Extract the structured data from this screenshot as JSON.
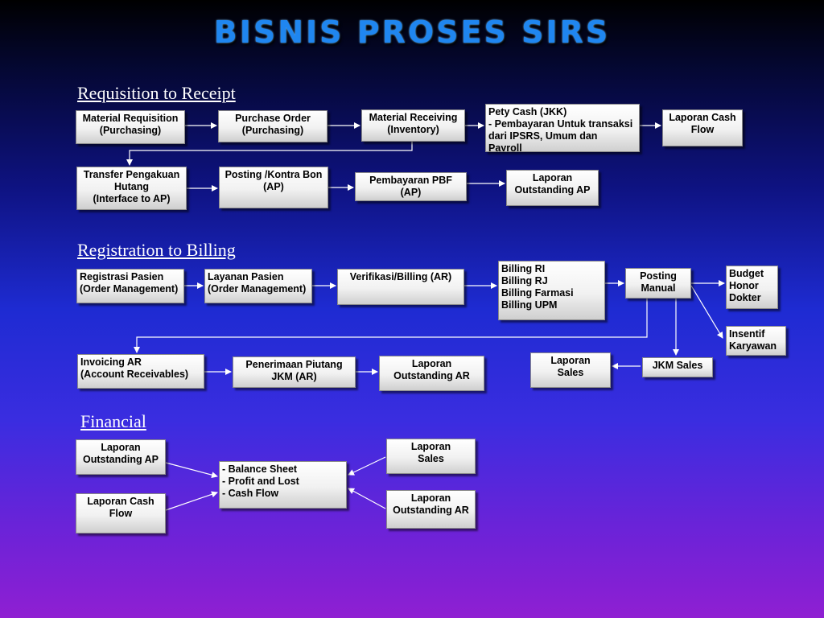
{
  "title": "BISNIS PROSES SIRS",
  "sections": {
    "requisition": "Requisition to Receipt",
    "registration": "Registration to Billing",
    "financial": "Financial"
  },
  "boxes": {
    "mat_req": [
      "Material Requisition",
      "(Purchasing)"
    ],
    "purchase_order": [
      "Purchase Order",
      "(Purchasing)"
    ],
    "mat_recv": [
      "Material Receiving",
      "(Inventory)"
    ],
    "pety_cash": [
      "Pety Cash (JKK)",
      "- Pembayaran Untuk transaksi",
      "dari IPSRS, Umum dan",
      "Payroll"
    ],
    "lap_cash_flow_1": [
      "Laporan Cash",
      "Flow"
    ],
    "transfer": [
      "Transfer Pengakuan",
      "Hutang",
      "(Interface to AP)"
    ],
    "posting_kontra": [
      "Posting /Kontra Bon",
      "(AP)"
    ],
    "pembayaran_pbf": [
      "Pembayaran PBF",
      "(AP)"
    ],
    "lap_out_ap_1": [
      "Laporan",
      "Outstanding AP"
    ],
    "registrasi": [
      "Registrasi Pasien",
      "(Order Management)"
    ],
    "layanan": [
      "Layanan Pasien",
      "(Order Management)"
    ],
    "verifikasi": [
      "Verifikasi/Billing (AR)"
    ],
    "billing": [
      "Billing RI",
      "Billing RJ",
      "Billing Farmasi",
      "Billing UPM"
    ],
    "posting_manual": [
      "Posting",
      "Manual"
    ],
    "budget_honor": [
      "Budget",
      "Honor",
      "Dokter"
    ],
    "insentif": [
      "Insentif",
      "Karyawan"
    ],
    "invoicing": [
      "Invoicing AR",
      "(Account Receivables)"
    ],
    "penerimaan": [
      "Penerimaan Piutang",
      "JKM (AR)"
    ],
    "lap_out_ar_1": [
      "Laporan",
      "Outstanding AR"
    ],
    "lap_sales_1": [
      "Laporan",
      "Sales"
    ],
    "jkm_sales": [
      "JKM Sales"
    ],
    "lap_out_ap_2": [
      "Laporan",
      "Outstanding AP"
    ],
    "lap_cash_flow_2": [
      "Laporan Cash",
      "Flow"
    ],
    "balance": [
      "- Balance Sheet",
      "- Profit and Lost",
      "- Cash Flow"
    ],
    "lap_sales_2": [
      "Laporan",
      "Sales"
    ],
    "lap_out_ar_2": [
      "Laporan",
      "Outstanding AR"
    ]
  }
}
